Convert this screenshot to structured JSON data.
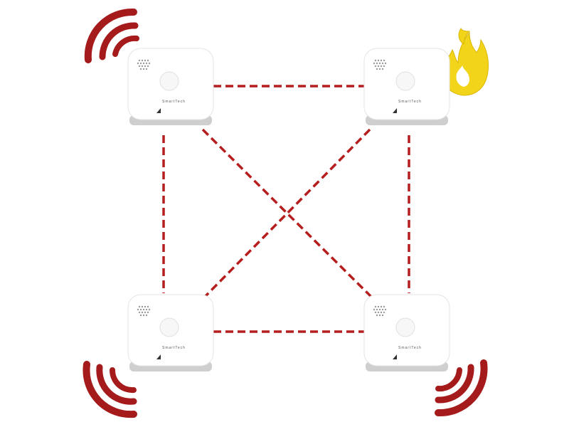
{
  "colors": {
    "link": "#b51e1e",
    "alarm_waves": "#a51b1b",
    "flame": "#f2d51a",
    "flame_edge": "#d9b500",
    "detector_body": "#ffffff",
    "detector_base": "#cfcfcf"
  },
  "detectors": [
    {
      "id": "top-left",
      "brand": "SmartTech",
      "status": "alarm-sounding"
    },
    {
      "id": "top-right",
      "brand": "SmartTech",
      "status": "fire-detected"
    },
    {
      "id": "bottom-left",
      "brand": "SmartTech",
      "status": "alarm-sounding"
    },
    {
      "id": "bottom-right",
      "brand": "SmartTech",
      "status": "alarm-sounding"
    }
  ],
  "links": [
    {
      "from": "top-left",
      "to": "top-right"
    },
    {
      "from": "bottom-left",
      "to": "bottom-right"
    },
    {
      "from": "top-left",
      "to": "bottom-left"
    },
    {
      "from": "top-right",
      "to": "bottom-right"
    },
    {
      "from": "top-left",
      "to": "bottom-right"
    },
    {
      "from": "top-right",
      "to": "bottom-left"
    }
  ],
  "icons": {
    "fire": "flame-icon",
    "alarm": "sound-wave-icon"
  }
}
